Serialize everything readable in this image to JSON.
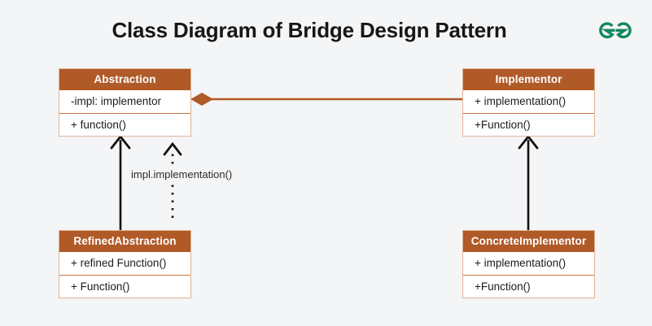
{
  "page": {
    "title": "Class Diagram of Bridge Design Pattern",
    "background_color": "#f4f5f7",
    "title_color": "#171717"
  },
  "brand": {
    "name": "geeksforgeeks-logo",
    "color": "#12885c"
  },
  "theme": {
    "class_header_bg": "#b05a28",
    "class_header_text": "#ffffff",
    "class_body_bg": "#ffffff",
    "class_border": "#e3b394",
    "row_divider": "#c4743e",
    "connector_color": "#b05a28",
    "arrow_color": "#111111"
  },
  "classes": [
    {
      "id": "abstraction",
      "name": "Abstraction",
      "members": [
        "-impl: implementor",
        "+ function()"
      ]
    },
    {
      "id": "implementor",
      "name": "Implementor",
      "members": [
        "+ implementation()",
        "+Function()"
      ]
    },
    {
      "id": "refined-abstraction",
      "name": "RefinedAbstraction",
      "members": [
        "+ refined Function()",
        "+ Function()"
      ]
    },
    {
      "id": "concrete-implementor",
      "name": "ConcreteImplementor",
      "members": [
        "+ implementation()",
        "+Function()"
      ]
    }
  ],
  "relationships": [
    {
      "id": "abstraction-implementor",
      "type": "composition",
      "from": "Abstraction",
      "to": "Implementor",
      "label": ""
    },
    {
      "id": "refined-abstraction-inheritance",
      "type": "generalization",
      "from": "RefinedAbstraction",
      "to": "Abstraction",
      "label": ""
    },
    {
      "id": "concrete-implementor-inheritance",
      "type": "generalization",
      "from": "ConcreteImplementor",
      "to": "Implementor",
      "label": ""
    },
    {
      "id": "delegation-call",
      "type": "dependency",
      "from": "RefinedAbstraction",
      "to": "Abstraction",
      "label": "impl.implementation()"
    }
  ]
}
